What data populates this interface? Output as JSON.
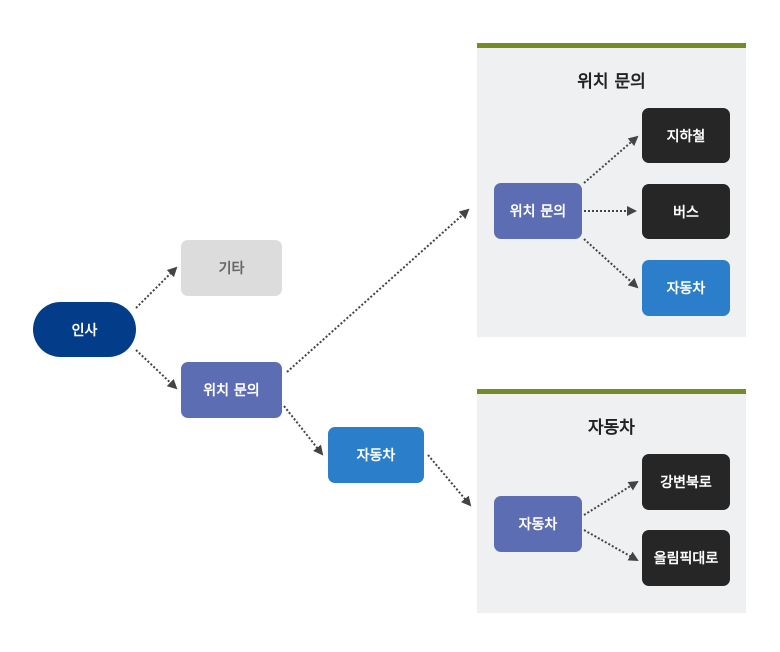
{
  "colors": {
    "navy": "#033d8a",
    "gray": "#dcdcdc",
    "purple": "#5d6db4",
    "blue": "#2b7fca",
    "black": "#262626",
    "panel": "#eef0f1",
    "panel_bar": "#758b27",
    "edge": "#444444"
  },
  "main_flow": {
    "greeting": "인사",
    "other": "기타",
    "location_inquiry": "위치 문의",
    "car": "자동차"
  },
  "panels": [
    {
      "title": "위치 문의",
      "source": "위치 문의",
      "targets": [
        "지하철",
        "버스",
        "자동차"
      ]
    },
    {
      "title": "자동차",
      "source": "자동차",
      "targets": [
        "강변북로",
        "올림픽대로"
      ]
    }
  ]
}
